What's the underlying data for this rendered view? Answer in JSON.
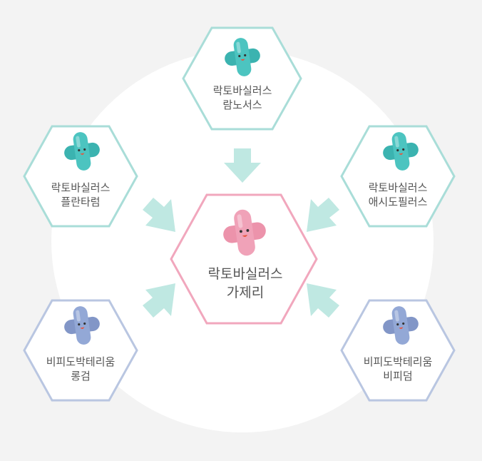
{
  "colors": {
    "background": "#f3f3f3",
    "circle": "#ffffff",
    "teal_border": "#a9ddd8",
    "teal_arrow": "#bfe8e2",
    "teal_bacteria": "#4cc4c0",
    "teal_bacteria_dark": "#3bb3b0",
    "pink_border": "#f1a7bd",
    "pink_bacteria": "#f0a2b8",
    "blue_border": "#b9c6e1",
    "blue_bacteria": "#93a8d6",
    "blue_bacteria_dark": "#8296c7",
    "text": "#555555"
  },
  "nodes": {
    "rhamnosus": {
      "line1": "락토바실러스",
      "line2": "람노서스",
      "color": "teal",
      "icon": "bacteria-cross-icon"
    },
    "plantarum": {
      "line1": "락토바실러스",
      "line2": "플란타럼",
      "color": "teal",
      "icon": "bacteria-cross-icon"
    },
    "acidophilus": {
      "line1": "락토바실러스",
      "line2": "애시도필러스",
      "color": "teal",
      "icon": "bacteria-cross-icon"
    },
    "gasseri": {
      "line1": "락토바실러스",
      "line2": "가제리",
      "color": "pink",
      "icon": "bacteria-cross-icon"
    },
    "longum": {
      "line1": "비피도박테리움",
      "line2": "롱검",
      "color": "blue",
      "icon": "bacteria-cross-icon"
    },
    "bifidum": {
      "line1": "비피도박테리움",
      "line2": "비피덤",
      "color": "blue",
      "icon": "bacteria-cross-icon"
    }
  }
}
